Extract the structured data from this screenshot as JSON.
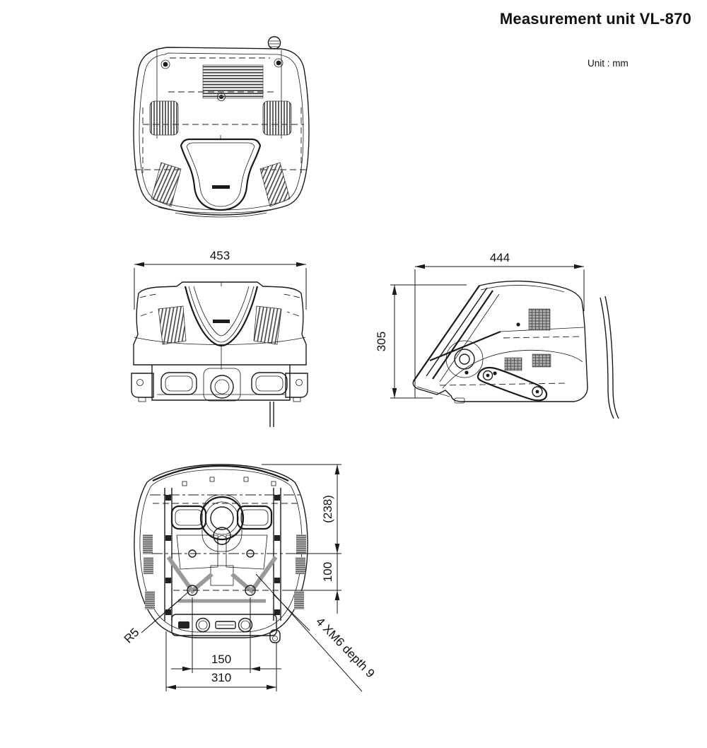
{
  "header": {
    "title": "Measurement unit VL-870",
    "unit_label": "Unit : mm"
  },
  "dims": {
    "front_width": "453",
    "side_width": "444",
    "side_height": "305",
    "rear_upper_height": "(238)",
    "mount_hole_vertical_pitch": "100",
    "mount_hole_horizontal_pitch": "150",
    "mount_width": "310",
    "corner_radius": "R5",
    "mount_holes_note": "4 XM6 depth 9"
  }
}
